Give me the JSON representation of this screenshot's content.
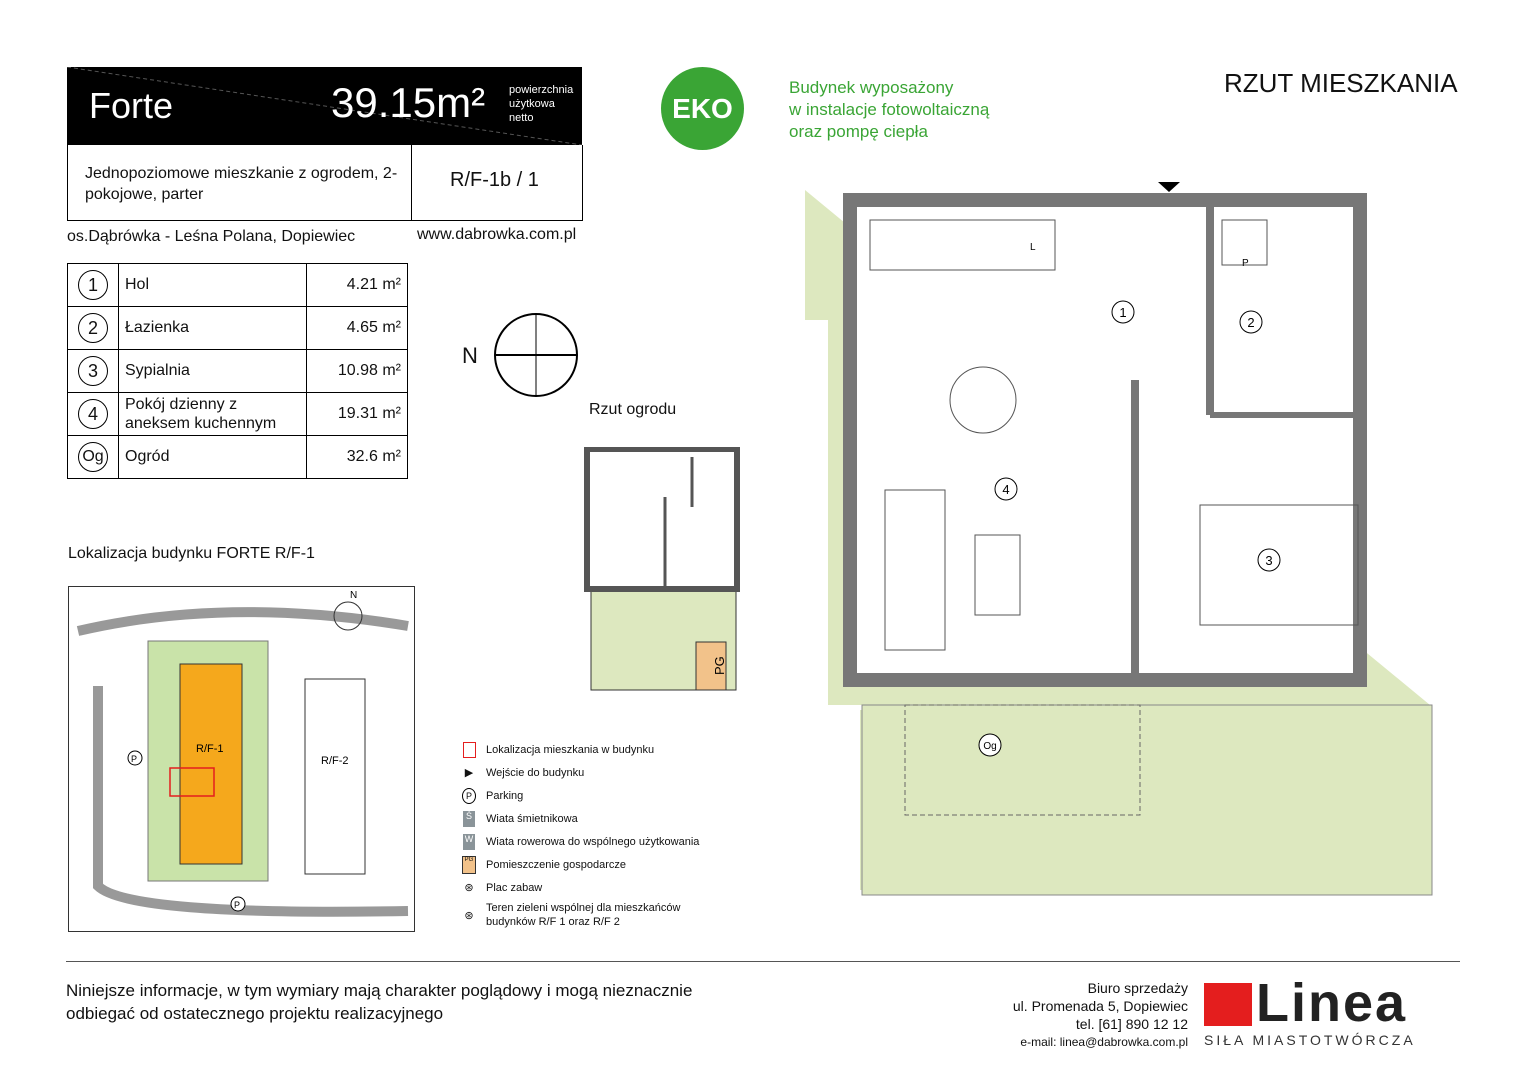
{
  "header": {
    "name": "Forte",
    "area": "39.15m²",
    "area_note": [
      "powierzchnia",
      "użytkowa",
      "netto"
    ],
    "description": "Jednopoziomowe mieszkanie z ogrodem, 2-pokojowe, parter",
    "code": "R/F-1b / 1",
    "location": "os.Dąbrówka - Leśna Polana, Dopiewiec",
    "website": "www.dabrowka.com.pl"
  },
  "eko": {
    "badge": "EKO",
    "text": [
      "Budynek wyposażony",
      "w instalacje fotowoltaiczną",
      "oraz pompę ciepła"
    ]
  },
  "plan_title": "RZUT MIESZKANIA",
  "rooms": [
    {
      "num": "1",
      "name": "Hol",
      "area": "4.21 m²"
    },
    {
      "num": "2",
      "name": "Łazienka",
      "area": "4.65 m²"
    },
    {
      "num": "3",
      "name": "Sypialnia",
      "area": "10.98 m²"
    },
    {
      "num": "4",
      "name": "Pokój dzienny z aneksem kuchennym",
      "area": "19.31 m²"
    },
    {
      "num": "Og",
      "name": "Ogród",
      "area": "32.6 m²"
    }
  ],
  "compass": "N",
  "garden_title": "Rzut ogrodu",
  "garden_pg": "PG",
  "site": {
    "title": "Lokalizacja budynku  FORTE  R/F-1",
    "north": "N",
    "b1": "R/F-1",
    "b2": "R/F-2",
    "parking": "P"
  },
  "legend": [
    "Lokalizacja mieszkania w budynku",
    "Wejście do budynku",
    "Parking",
    "Wiata śmietnikowa",
    "Wiata rowerowa do wspólnego użytkowania",
    "Pomieszczenie gospodarcze",
    "Plac zabaw",
    "Teren zieleni wspólnej dla mieszkańców budynków R/F 1 oraz R/F 2"
  ],
  "legend_icons": {
    "p": "P",
    "s": "Ś",
    "w": "W",
    "pg": "PG"
  },
  "plan_labels": {
    "fridge": "L",
    "wc": "P"
  },
  "disclaimer": [
    "Niniejsze informacje, w tym wymiary mają charakter poglądowy i mogą nieznacznie",
    "odbiegać od ostatecznego projektu realizacyjnego"
  ],
  "office": {
    "title": "Biuro sprzedaży",
    "address": "ul. Promenada 5, Dopiewiec",
    "phone": "tel. [61] 890 12 12",
    "email": "e-mail: linea@dabrowka.com.pl"
  },
  "brand": {
    "name": "Linea",
    "tagline": "SIŁA MIASTOTWÓRCZA"
  },
  "colors": {
    "eko": "#3aa535",
    "garden": "#dde8bf",
    "building": "#f5a81c",
    "red": "#e41e1e"
  }
}
